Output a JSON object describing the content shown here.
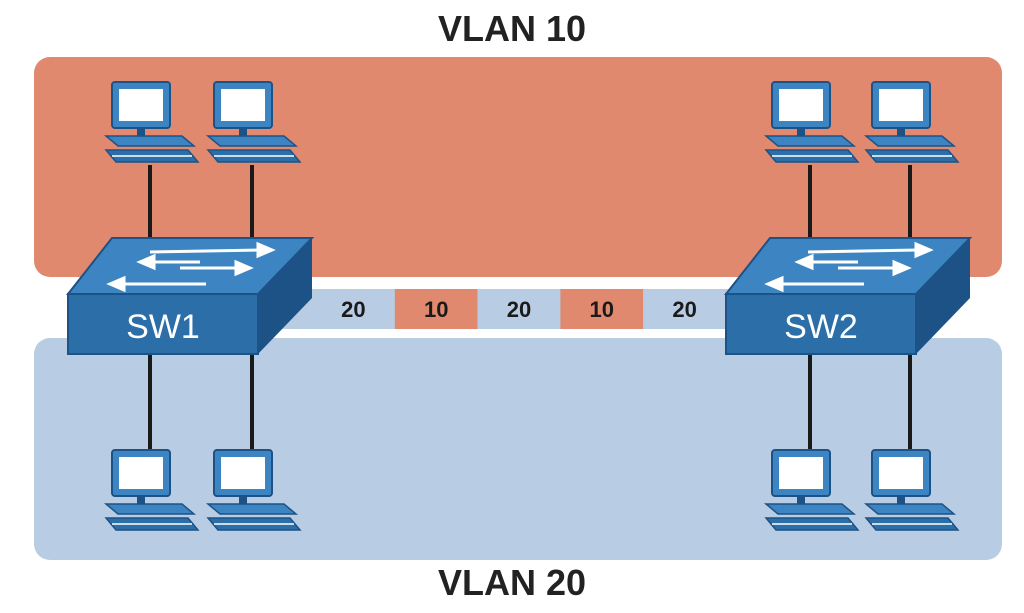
{
  "titles": {
    "top": "VLAN 10",
    "bottom": "VLAN 20"
  },
  "colors": {
    "vlan10": "#e0896e",
    "vlan20": "#b8cde4",
    "switch_front": "#2b6ea8",
    "switch_top": "#3d85c2",
    "switch_side": "#1d5287",
    "trunk_line": "#b8cde4"
  },
  "switches": [
    {
      "label": "SW1"
    },
    {
      "label": "SW2"
    }
  ],
  "trunk_segments": [
    {
      "label": "20",
      "vlan": "vlan20"
    },
    {
      "label": "10",
      "vlan": "vlan10"
    },
    {
      "label": "20",
      "vlan": "vlan20"
    },
    {
      "label": "10",
      "vlan": "vlan10"
    },
    {
      "label": "20",
      "vlan": "vlan20"
    }
  ],
  "pcs": {
    "vlan10_count": 4,
    "vlan20_count": 4
  }
}
